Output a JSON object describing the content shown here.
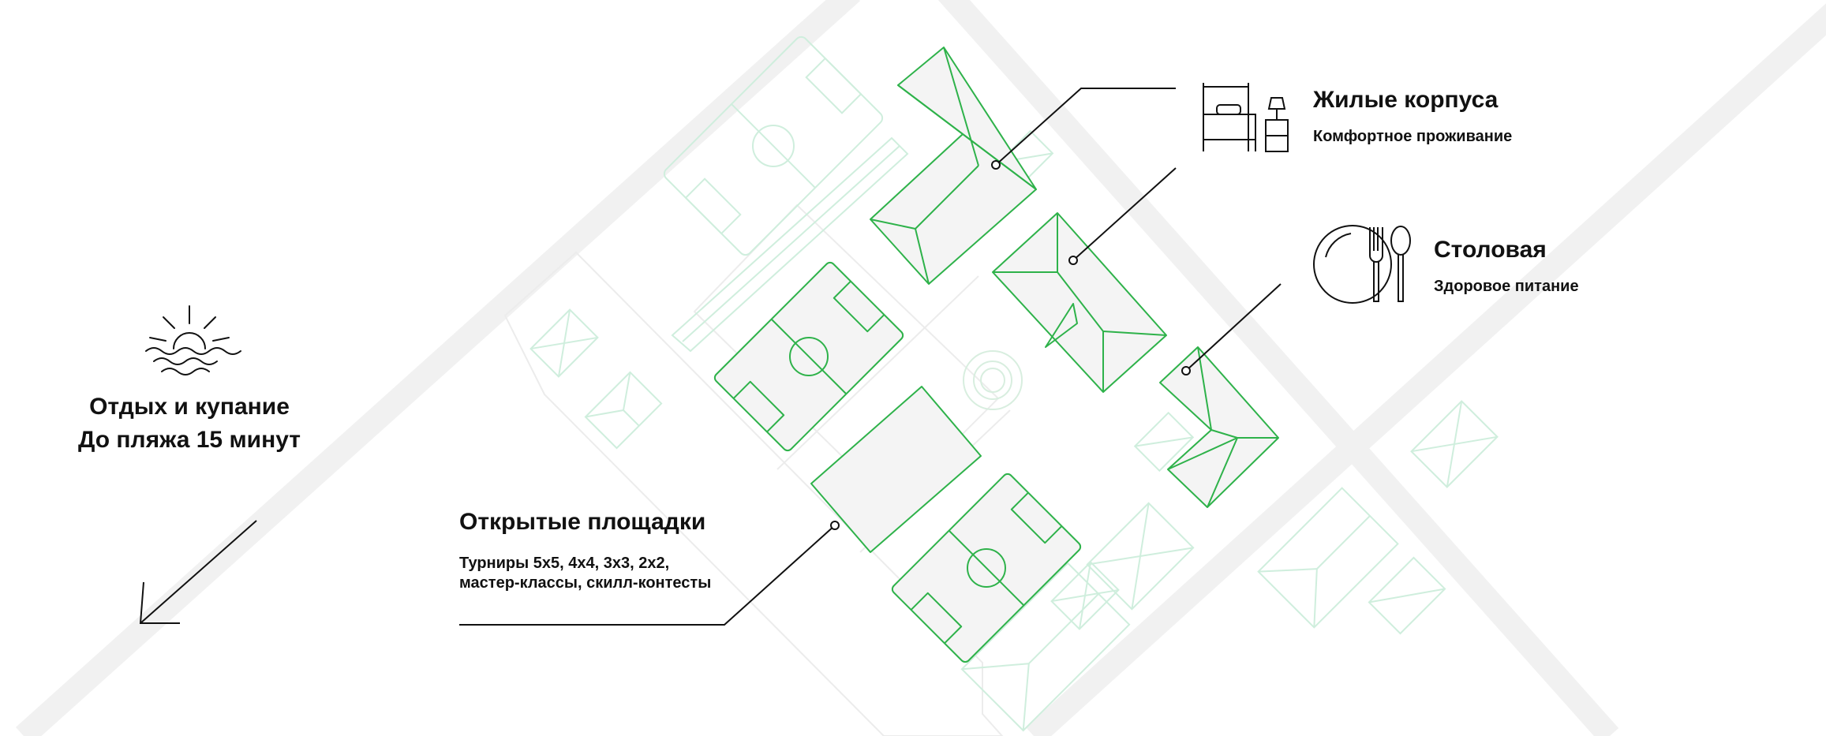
{
  "colors": {
    "accent": "#2eb24a",
    "faint": "#cfeedd",
    "road": "#f1f1f1",
    "fill": "#f4f4f4",
    "line": "#111111"
  },
  "features": {
    "housing": {
      "title": "Жилые корпуса",
      "subtitle": "Комфортное проживание",
      "icon": "bed-icon"
    },
    "canteen": {
      "title": "Столовая",
      "subtitle": "Здоровое питание",
      "icon": "plate-fork-spoon-icon"
    },
    "courts": {
      "title": "Открытые площадки",
      "subtitle_line1": "Турниры 5х5, 4х4, 3х3, 2х2,",
      "subtitle_line2": "мастер-классы, скилл-контесты"
    },
    "beach": {
      "line1": "Отдых и купание",
      "line2": "До пляжа 15 минут",
      "icon": "sunset-waves-icon",
      "arrow_icon": "arrow-down-left-icon"
    }
  }
}
